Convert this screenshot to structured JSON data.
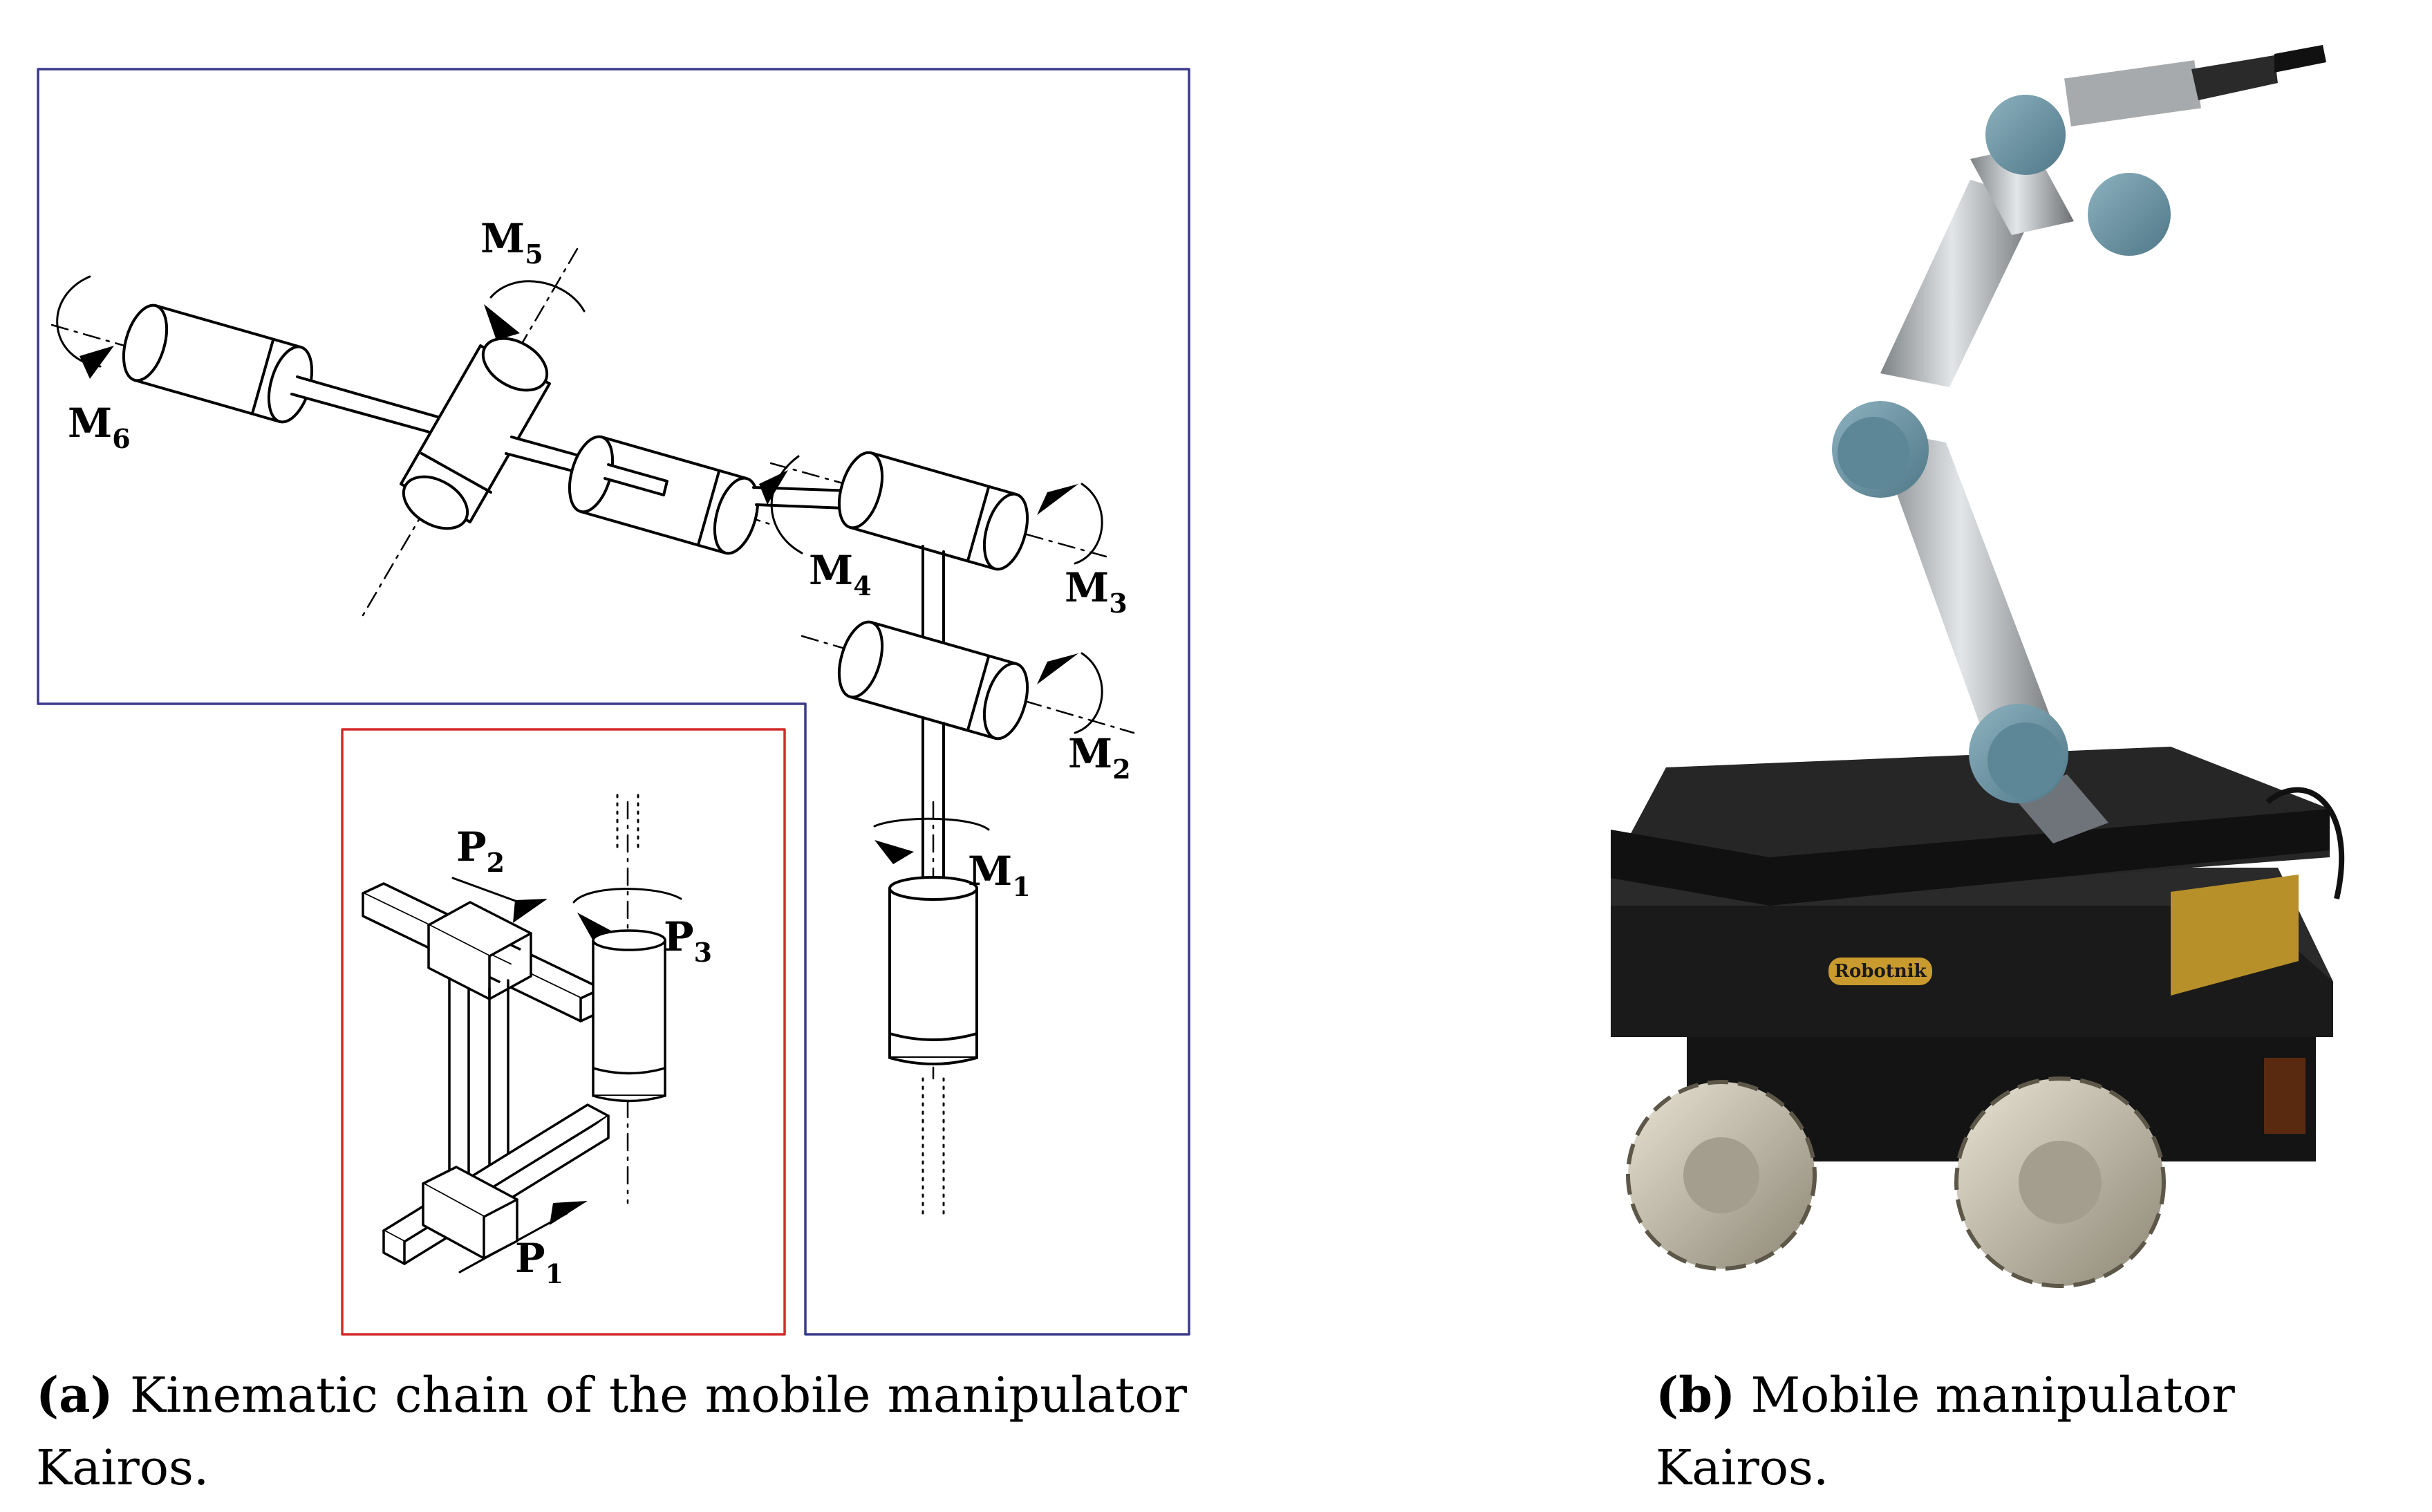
{
  "figure_a": {
    "caption_label": "(a)",
    "caption_text": "Kinematic chain of the mobile manipulator Kairos.",
    "joints": [
      {
        "id": "M1",
        "letter": "M",
        "index": "1"
      },
      {
        "id": "M2",
        "letter": "M",
        "index": "2"
      },
      {
        "id": "M3",
        "letter": "M",
        "index": "3"
      },
      {
        "id": "M4",
        "letter": "M",
        "index": "4"
      },
      {
        "id": "M5",
        "letter": "M",
        "index": "5"
      },
      {
        "id": "M6",
        "letter": "M",
        "index": "6"
      },
      {
        "id": "P1",
        "letter": "P",
        "index": "1"
      },
      {
        "id": "P2",
        "letter": "P",
        "index": "2"
      },
      {
        "id": "P3",
        "letter": "P",
        "index": "3"
      }
    ],
    "colors": {
      "manipulator_frame": "#3a3a8c",
      "base_frame": "#d42a2a",
      "line": "#000000"
    }
  },
  "figure_b": {
    "caption_label": "(b)",
    "caption_text": "Mobile manipulator Kairos.",
    "brand_plate": "Robotnik",
    "colors": {
      "joint_cap": "#6f98a8",
      "arm_metal": "#b7bcc0",
      "base_body": "#1c1c1c",
      "gold_panel": "#b8902a",
      "wheel_metal": "#c8c3b4"
    }
  }
}
